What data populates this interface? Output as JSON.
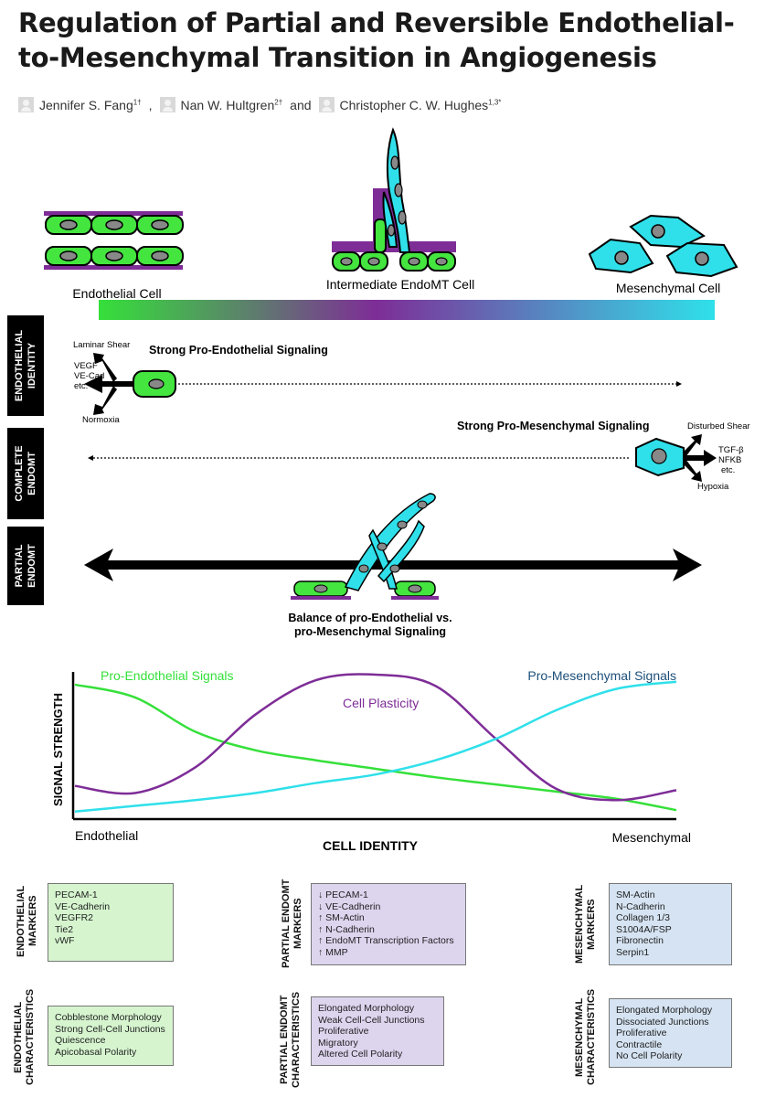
{
  "title": "Regulation of Partial and Reversible Endothelial-to-Mesenchymal Transition in Angiogenesis",
  "authors": [
    {
      "name": "Jennifer S. Fang",
      "sup": "1†"
    },
    {
      "name": "Nan W. Hultgren",
      "sup": "2†"
    },
    {
      "name": "Christopher C. W. Hughes",
      "sup": "1,3*"
    }
  ],
  "author_sep": {
    "comma": ",",
    "and": "and"
  },
  "figure": {
    "cells": {
      "endothelial": "Endothelial Cell",
      "intermediate": "Intermediate EndoMT Cell",
      "mesenchymal": "Mesenchymal Cell"
    },
    "sections": {
      "identity": [
        "ENDOTHELIAL",
        "IDENTITY"
      ],
      "complete": [
        "COMPLETE",
        "ENDOMT"
      ],
      "partial": [
        "PARTIAL",
        "ENDOMT"
      ]
    },
    "identity_panel": {
      "heading": "Strong Pro-Endothelial Signaling",
      "laminar": "Laminar Shear",
      "factors": [
        "VEGF",
        "VE-Cad",
        "etc."
      ],
      "normoxia": "Normoxia"
    },
    "complete_panel": {
      "heading": "Strong Pro-Mesenchymal Signaling",
      "disturbed": "Disturbed Shear",
      "factors": [
        "TGF-β",
        "NFKB",
        "etc."
      ],
      "hypoxia": "Hypoxia"
    },
    "partial_panel": {
      "caption": [
        "Balance of pro-Endothelial vs.",
        "pro-Mesenchymal Signaling"
      ]
    },
    "colors": {
      "green": "#35e03a",
      "purple": "#7e2d97",
      "cyan": "#2fe0ea"
    }
  },
  "chart_data": {
    "type": "line",
    "xlabel": "CELL IDENTITY",
    "ylabel": "SIGNAL STRENGTH",
    "x_tick_labels": [
      "Endothelial",
      "Mesenchymal"
    ],
    "x": [
      0,
      0.1,
      0.2,
      0.3,
      0.4,
      0.5,
      0.6,
      0.7,
      0.8,
      0.9,
      1.0
    ],
    "series": [
      {
        "name": "Pro-Endothelial Signals",
        "color": "#35e03a",
        "values": [
          0.93,
          0.84,
          0.6,
          0.47,
          0.4,
          0.34,
          0.28,
          0.23,
          0.18,
          0.13,
          0.05
        ]
      },
      {
        "name": "Cell Plasticity",
        "color": "#7e2d97",
        "values": [
          0.22,
          0.17,
          0.35,
          0.72,
          0.96,
          1.0,
          0.92,
          0.55,
          0.2,
          0.12,
          0.19
        ]
      },
      {
        "name": "Pro-Mesenchymal Signals",
        "color": "#2fe0ea",
        "values": [
          0.04,
          0.08,
          0.12,
          0.17,
          0.24,
          0.3,
          0.4,
          0.55,
          0.75,
          0.9,
          0.95
        ]
      }
    ]
  },
  "markers": {
    "endothelial": {
      "label": [
        "ENDOTHELIAL",
        "MARKERS"
      ],
      "items": [
        "PECAM-1",
        "VE-Cadherin",
        "VEGFR2",
        "Tie2",
        "vWF"
      ]
    },
    "partial": {
      "label": [
        "PARTIAL ENDOMT",
        "MARKERS"
      ],
      "items": [
        "↓ PECAM-1",
        "↓ VE-Cadherin",
        "↑ SM-Actin",
        "↑ N-Cadherin",
        "↑ EndoMT Transcription Factors",
        "↑ MMP"
      ]
    },
    "mesenchymal": {
      "label": [
        "MESENCHYMAL",
        "MARKERS"
      ],
      "items": [
        "SM-Actin",
        "N-Cadherin",
        "Collagen 1/3",
        "S1004A/FSP",
        "Fibronectin",
        "Serpin1"
      ]
    }
  },
  "characteristics": {
    "endothelial": {
      "label": [
        "ENDOTHELIAL",
        "CHARACTERISTICS"
      ],
      "items": [
        "Cobblestone Morphology",
        "Strong Cell-Cell Junctions",
        "Quiescence",
        "Apicobasal Polarity"
      ]
    },
    "partial": {
      "label": [
        "PARTIAL ENDOMT",
        "CHARACTERISTICS"
      ],
      "items": [
        "Elongated Morphology",
        "Weak Cell-Cell Junctions",
        "Proliferative",
        "Migratory",
        "Altered Cell Polarity"
      ]
    },
    "mesenchymal": {
      "label": [
        "MESENCHYMAL",
        "CHARACTERISTICS"
      ],
      "items": [
        "Elongated Morphology",
        "Dissociated Junctions",
        "Proliferative",
        "Contractile",
        "No Cell Polarity"
      ]
    }
  }
}
